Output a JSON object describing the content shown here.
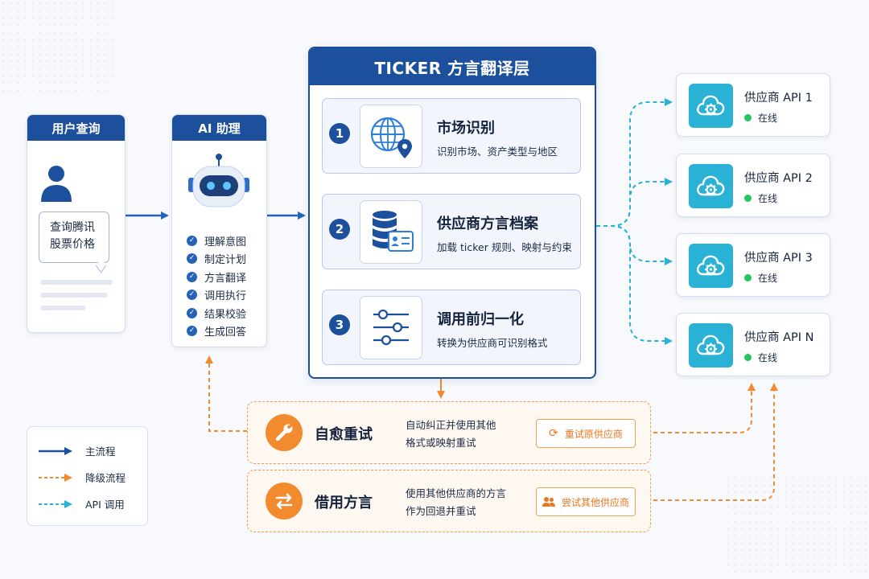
{
  "user": {
    "header": "用户查询",
    "query": [
      "查询腾讯",
      "股票价格"
    ]
  },
  "assistant": {
    "header": "AI 助理",
    "steps": [
      "理解意图",
      "制定计划",
      "方言翻译",
      "调用执行",
      "结果校验",
      "生成回答"
    ]
  },
  "ticker": {
    "title": "TICKER 方言翻译层",
    "layers": [
      {
        "num": "1",
        "title": "市场识别",
        "desc": "识别市场、资产类型与地区",
        "icon": "globe-pin-icon"
      },
      {
        "num": "2",
        "title": "供应商方言档案",
        "desc": "加载 ticker 规则、映射与约束",
        "icon": "database-profile-icon"
      },
      {
        "num": "3",
        "title": "调用前归一化",
        "desc": "转换为供应商可识别格式",
        "icon": "sliders-icon"
      }
    ]
  },
  "vendors": [
    {
      "name": "供应商 API 1",
      "status": "在线"
    },
    {
      "name": "供应商 API 2",
      "status": "在线"
    },
    {
      "name": "供应商 API 3",
      "status": "在线"
    },
    {
      "name": "供应商 API N",
      "status": "在线"
    }
  ],
  "fallbacks": [
    {
      "title": "自愈重试",
      "desc": [
        "自动纠正并使用其他",
        "格式或映射重试"
      ],
      "button": "重试原供应商",
      "icon": "wrench-icon",
      "button_icon": "refresh-icon"
    },
    {
      "title": "借用方言",
      "desc": [
        "使用其他供应商的方言",
        "作为回退并重试"
      ],
      "button": "尝试其他供应商",
      "icon": "swap-icon",
      "button_icon": "users-icon"
    }
  ],
  "legend": [
    {
      "label": "主流程",
      "color": "#1c4f9c",
      "style": "solid"
    },
    {
      "label": "降级流程",
      "color": "#f28a2e",
      "style": "dashed"
    },
    {
      "label": "API 调用",
      "color": "#29b2d5",
      "style": "dashed"
    }
  ],
  "colors": {
    "primary": "#1c4f9c",
    "orange": "#f28a2e",
    "cyan": "#29b2d5",
    "online": "#22c55e"
  }
}
